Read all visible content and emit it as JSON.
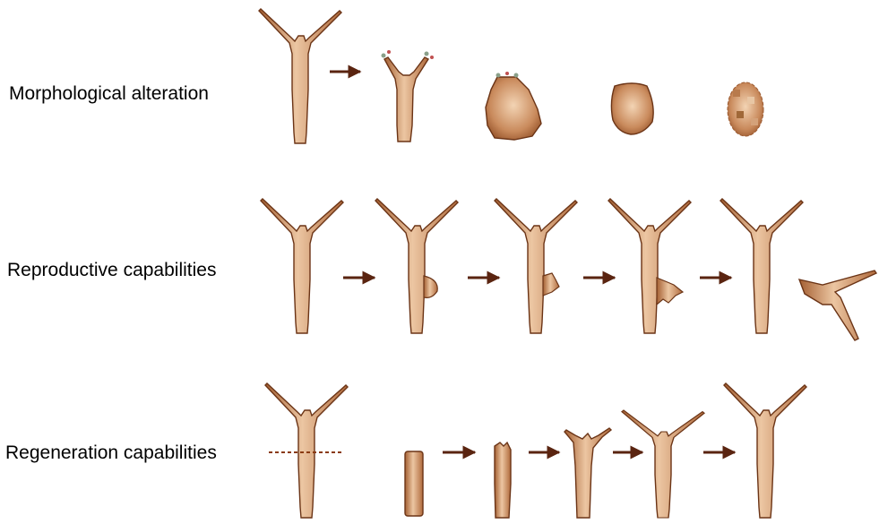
{
  "rows": [
    {
      "label": "Morphological alteration"
    },
    {
      "label": "Reproductive capabilities"
    },
    {
      "label": "Regeneration capabilities"
    }
  ],
  "colors": {
    "body_fill": "#c9885a",
    "body_highlight": "#ecc6a2",
    "outline": "#6b3416",
    "arrow": "#5a2410",
    "cut_line": "#8a3a10"
  }
}
